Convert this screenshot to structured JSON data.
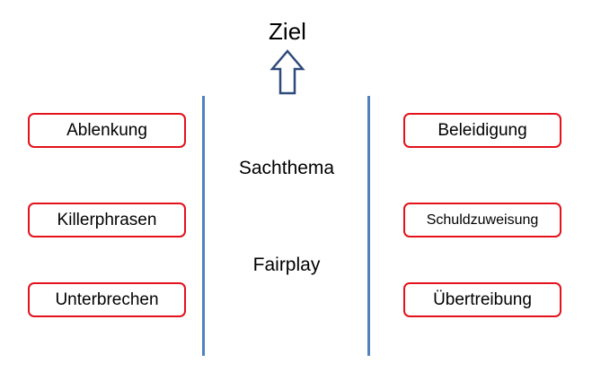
{
  "goal": {
    "label": "Ziel",
    "arrow_icon": "arrow-up-icon"
  },
  "center": {
    "topic": "Sachthema",
    "fairness": "Fairplay"
  },
  "left_items": [
    "Ablenkung",
    "Killerphrasen",
    "Unterbrechen"
  ],
  "right_items": [
    "Beleidigung",
    "Schuldzuweisung",
    "Übertreibung"
  ],
  "colors": {
    "box_border": "#e3121b",
    "divider": "#4f81bd",
    "arrow": "#2e4a7a"
  }
}
